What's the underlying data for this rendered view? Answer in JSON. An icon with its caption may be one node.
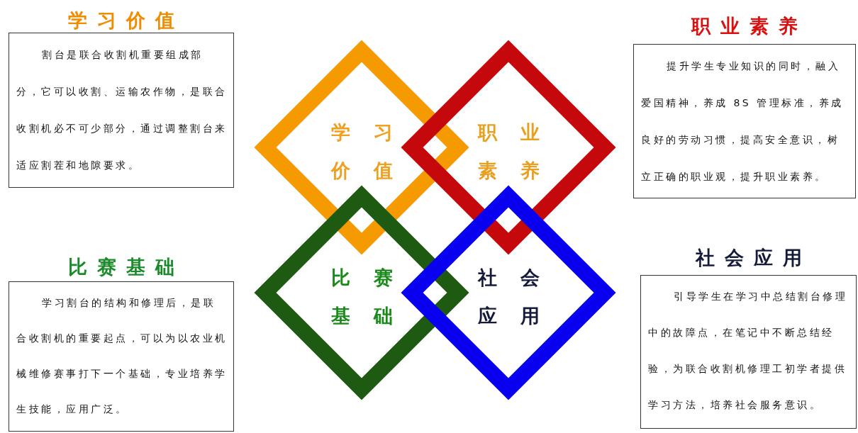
{
  "diagram": {
    "nodes": [
      {
        "text": [
          "学习价值",
          "割台是联合收割机重要组成部分，它可以收割、运输农作物，是联合收割机必不可少部分，通过调整割台来适应割茬和地隙要求。"
        ]
      },
      {
        "text": [
          "职业素养",
          "提升学生专业知识的同时，融入爱国精神，养成 8S 管理标准，养成良好的劳动习惯，提高安全意识，树立正确的职业观，提升职业素养。"
        ]
      },
      {
        "text": [
          "学习价值"
        ]
      },
      {
        "text": [
          "职业素养"
        ]
      },
      {
        "text": [
          "比赛基础"
        ]
      },
      {
        "text": [
          "社会应用"
        ]
      },
      {
        "text": [
          "比赛基础",
          "学习割台的结构和修理后，是联合收割机的重要起点，可以为以农业机械维修赛事打下一个基础，专业培养学生技能，应用广泛。"
        ]
      },
      {
        "text": [
          "社会应用",
          "引导学生在学习中总结割台修理中的故障点，在笔记中不断总结经验，为联合收割机修理工初学者提供学习方法，培养社会服务意识。"
        ]
      }
    ]
  }
}
